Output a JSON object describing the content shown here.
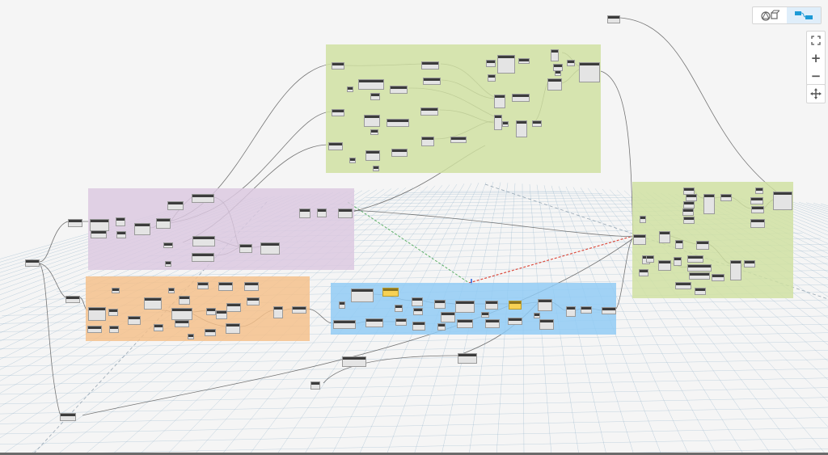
{
  "canvas": {
    "background_color": "#f5f5f5",
    "grid_color": "#8fb0c8",
    "wire_color": "#555555",
    "axis_colors": {
      "x": "#d93a2b",
      "y": "#3aa047",
      "z": "#2b5fd9"
    }
  },
  "groups": [
    {
      "id": "group-top",
      "color": "#cfe0a0",
      "nodes": 46
    },
    {
      "id": "group-purple",
      "color": "#dcc8e0",
      "nodes": 14
    },
    {
      "id": "group-orange",
      "color": "#f5c089",
      "nodes": 24
    },
    {
      "id": "group-blue",
      "color": "#8fcaf5",
      "nodes": 26
    },
    {
      "id": "group-right",
      "color": "#cfe0a0",
      "nodes": 30
    }
  ],
  "toolbar": {
    "view_toggle": {
      "background_preview_icon": "geometry-preview-icon",
      "graph_view_icon": "graph-view-icon",
      "active": "graph-view"
    },
    "zoom": {
      "fit_icon": "fit-view-icon",
      "zoom_in_label": "+",
      "zoom_out_label": "−"
    },
    "pan_icon": "pan-icon"
  }
}
